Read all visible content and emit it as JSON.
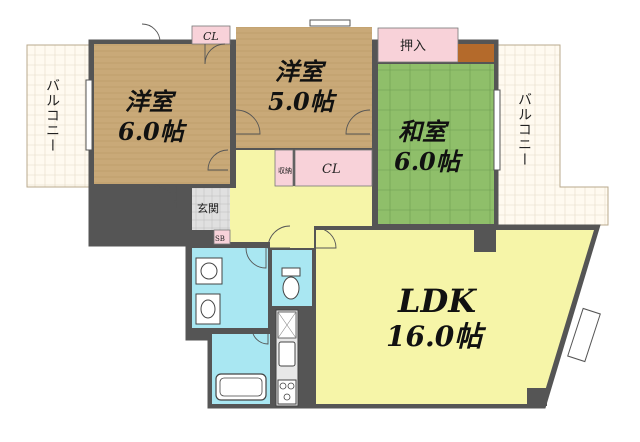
{
  "plan": {
    "rooms": {
      "western_room_1": {
        "name": "洋室",
        "size": "6.0帖"
      },
      "western_room_2": {
        "name": "洋室",
        "size": "5.0帖"
      },
      "japanese_room": {
        "name": "和室",
        "size": "6.0帖"
      },
      "ldk": {
        "name": "LDK",
        "size": "16.0帖"
      }
    },
    "labels": {
      "closet_top": "CL",
      "closet_mid": "CL",
      "oshiire": "押入",
      "storage": "収納",
      "entrance": "玄関",
      "shoebox": "SB",
      "balcony_left": "バルコニー",
      "balcony_right": "バルコニー"
    },
    "colors": {
      "western_floor": "#c9a978",
      "japanese_floor": "#8fbf6a",
      "ldk_floor": "#f6f5a8",
      "hall_floor": "#f6f5a8",
      "closet_floor": "#f8d2d9",
      "water_area": "#a9e7f2",
      "balcony": "#fffaf0",
      "wall": "#555555"
    }
  }
}
